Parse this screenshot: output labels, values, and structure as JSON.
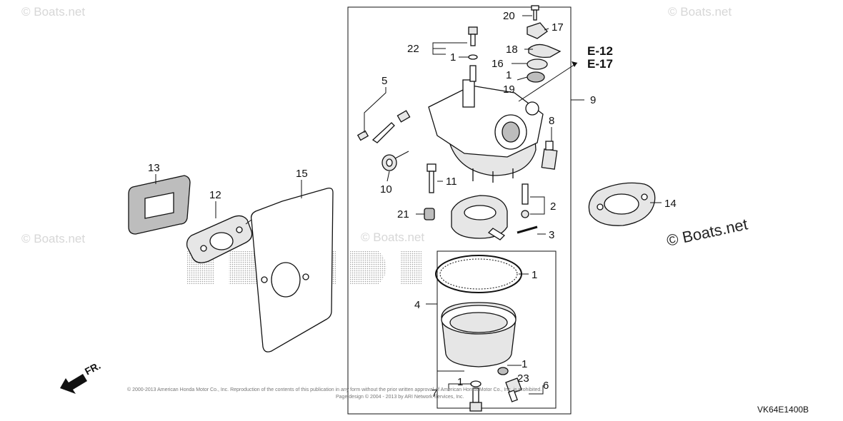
{
  "watermarks": {
    "small": "© Boats.net",
    "large": "© Boats.net"
  },
  "diagram_code": "VK64E1400B",
  "copyright_line1": "© 2000-2013 American Honda Motor Co., Inc. Reproduction of the contents of this publication in any form without the prior written approval of American Honda Motor Co., Inc. is prohibited.",
  "copyright_line2": "Page design © 2004 - 2013 by ARI Network Services, Inc.",
  "references": [
    "E-12",
    "E-17"
  ],
  "direction_label": "FR.",
  "callouts": {
    "c20": "20",
    "c17": "17",
    "c22": "22",
    "c1a": "1",
    "c18": "18",
    "c16": "16",
    "c1b": "1",
    "c19": "19",
    "c5": "5",
    "c9": "9",
    "c8": "8",
    "c13": "13",
    "c15": "15",
    "c12": "12",
    "c10": "10",
    "c11": "11",
    "c2": "2",
    "c14": "14",
    "c21": "21",
    "c3": "3",
    "c1c": "1",
    "c4": "4",
    "c1d": "1",
    "c23": "23",
    "c6": "6",
    "c1e": "1",
    "c7": "7"
  }
}
